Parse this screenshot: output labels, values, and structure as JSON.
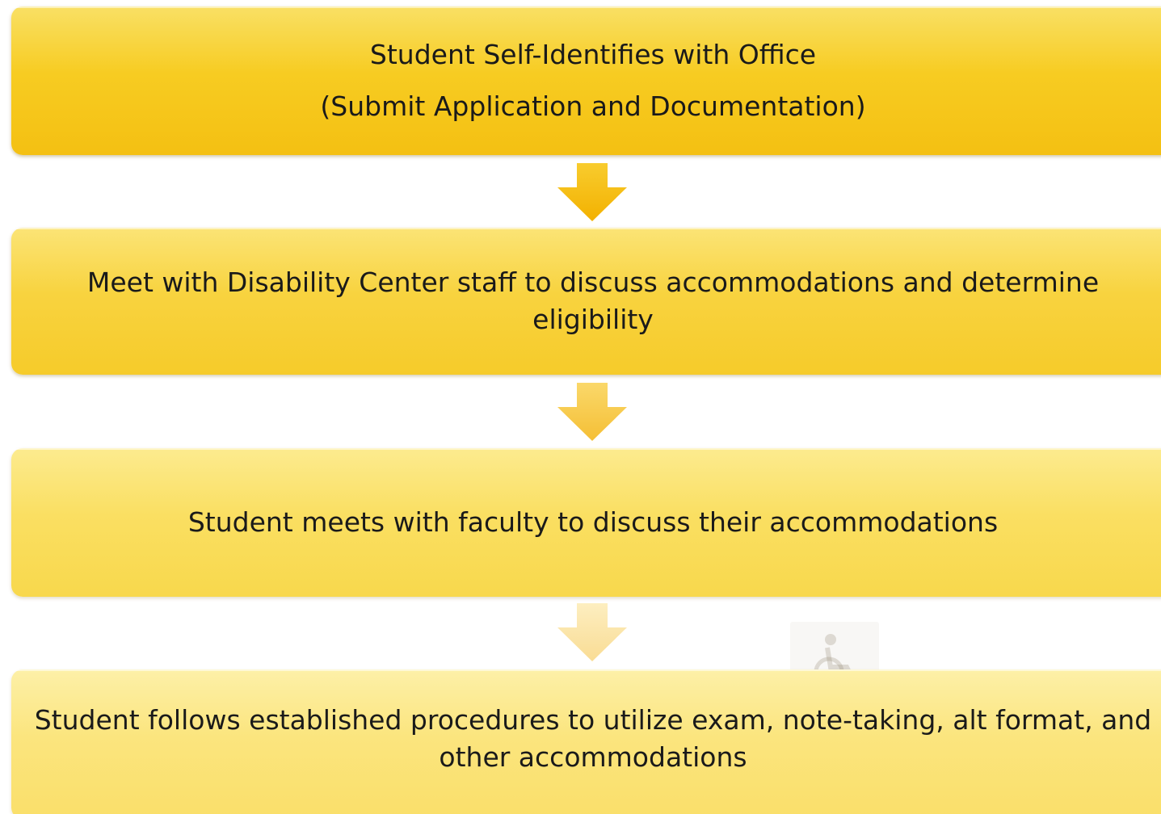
{
  "steps": [
    {
      "lines": [
        "Student  Self-Identifies with  Office",
        "(Submit Application and Documentation)"
      ]
    },
    {
      "lines": [
        "Meet with  Disability Center staff to discuss accommodations and determine eligibility"
      ]
    },
    {
      "lines": [
        "Student  meets with faculty to discuss their accommodations"
      ]
    },
    {
      "lines": [
        "Student  follows established procedures to utilize exam, note-taking, alt format, and other accommodations"
      ]
    }
  ],
  "arrows": [
    {
      "icon": "down-arrow-icon",
      "color": "#f5b800"
    },
    {
      "icon": "down-arrow-icon",
      "color": "#f7c640"
    },
    {
      "icon": "down-arrow-icon",
      "color": "#fbe3a6"
    }
  ],
  "colors": {
    "step_fill": "#f7cc22",
    "text": "#1a1a1a"
  }
}
